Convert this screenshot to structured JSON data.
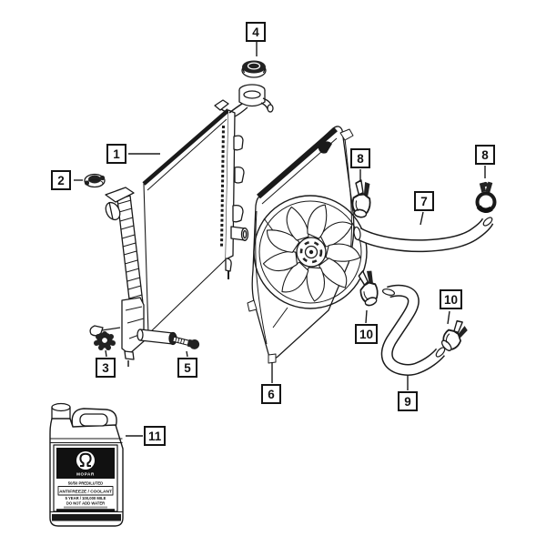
{
  "figure": {
    "type": "parts-diagram",
    "background": "#ffffff",
    "ink": "#1a1a1a"
  },
  "callouts": {
    "c1": {
      "label": "1"
    },
    "c2": {
      "label": "2"
    },
    "c3": {
      "label": "3"
    },
    "c4": {
      "label": "4"
    },
    "c5": {
      "label": "5"
    },
    "c6": {
      "label": "6"
    },
    "c7": {
      "label": "7"
    },
    "c8a": {
      "label": "8"
    },
    "c8b": {
      "label": "8"
    },
    "c9": {
      "label": "9"
    },
    "c10a": {
      "label": "10"
    },
    "c10b": {
      "label": "10"
    },
    "c11": {
      "label": "11"
    }
  },
  "jug": {
    "brand": "MOPAR",
    "line1": "50/50 PREDILUTED",
    "line2": "ANTIFREEZE / COOLANT",
    "line3": "5 YEAR / 100,000 MILE",
    "line4": "DO NOT ADD WATER"
  }
}
